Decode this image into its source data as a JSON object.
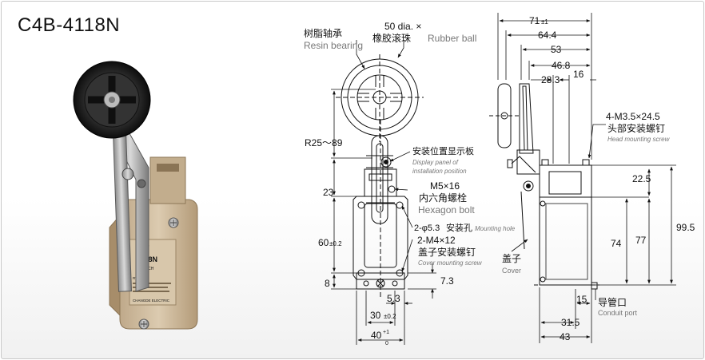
{
  "title": "C4B-4118N",
  "product_photo": {
    "body_label_lines": [
      "118N",
      "WITCH",
      "RTM/AC",
      "CHANGDE ELECTRIC"
    ]
  },
  "front_view": {
    "resin_bearing_cn": "树脂轴承",
    "resin_bearing_en": "Resin bearing",
    "ball_dia_label": "50 dia. ×",
    "rubber_ball_cn": "橡胶滚珠",
    "rubber_ball_en": "Rubber ball",
    "radius_range": "R25～89",
    "dim_23": "23",
    "dim_60": "60",
    "dim_60_tol": "±0.2",
    "dim_8": "8",
    "display_panel_cn": "安装位置显示板",
    "display_panel_en_1": "Display panel of",
    "display_panel_en_2": "installation position",
    "hex_bolt_size": "M5×16",
    "hex_bolt_cn": "内六角螺栓",
    "hex_bolt_en": "Hexagon bolt",
    "mount_hole_size": "2-φ5.3",
    "mount_hole_cn": "安装孔",
    "mount_hole_en": "Mounting hole",
    "cover_screw_size": "2-M4×12",
    "cover_screw_cn": "盖子安装螺钉",
    "cover_screw_en": "Cover mounting screw",
    "dim_7_3": "7.3",
    "dim_5_3": "5.3",
    "dim_30": "30",
    "dim_30_tol": "±0.2",
    "dim_40": "40",
    "dim_40_tol_top": "+1",
    "dim_40_tol_bottom": "0"
  },
  "side_view": {
    "dim_71": "71",
    "dim_71_tol": "±1",
    "dim_64_4": "64.4",
    "dim_53": "53",
    "dim_46_8": "46.8",
    "dim_28_3": "28.3",
    "dim_16": "16",
    "head_screw_size": "4-M3.5×24.5",
    "head_screw_cn": "头部安装螺钉",
    "head_screw_en": "Head mounting screw",
    "dim_22_5": "22.5",
    "dim_74": "74",
    "dim_77": "77",
    "dim_99_5": "99.5",
    "cover_cn": "盖子",
    "cover_en": "Cover",
    "conduit_cn": "导管口",
    "conduit_en": "Conduit port",
    "dim_15": "15",
    "dim_31_5": "31.5",
    "dim_43": "43"
  }
}
